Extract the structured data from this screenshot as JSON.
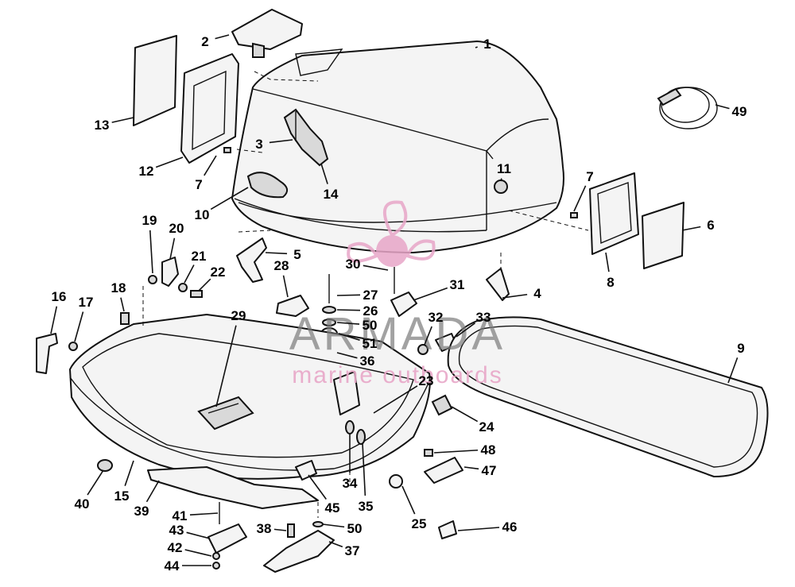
{
  "diagram": {
    "watermark": {
      "brand": "ARMADA",
      "tagline": "marine outboards",
      "brand_color": "#7a7a7a",
      "logo_color": "#e8a6c8"
    },
    "callouts": [
      "1",
      "2",
      "3",
      "4",
      "5",
      "6",
      "7",
      "7",
      "8",
      "9",
      "10",
      "11",
      "12",
      "13",
      "14",
      "15",
      "16",
      "17",
      "18",
      "19",
      "20",
      "21",
      "22",
      "23",
      "24",
      "25",
      "26",
      "27",
      "28",
      "29",
      "30",
      "31",
      "32",
      "33",
      "34",
      "35",
      "36",
      "37",
      "38",
      "39",
      "40",
      "41",
      "42",
      "43",
      "44",
      "45",
      "46",
      "47",
      "48",
      "49",
      "50",
      "50",
      "51"
    ]
  }
}
